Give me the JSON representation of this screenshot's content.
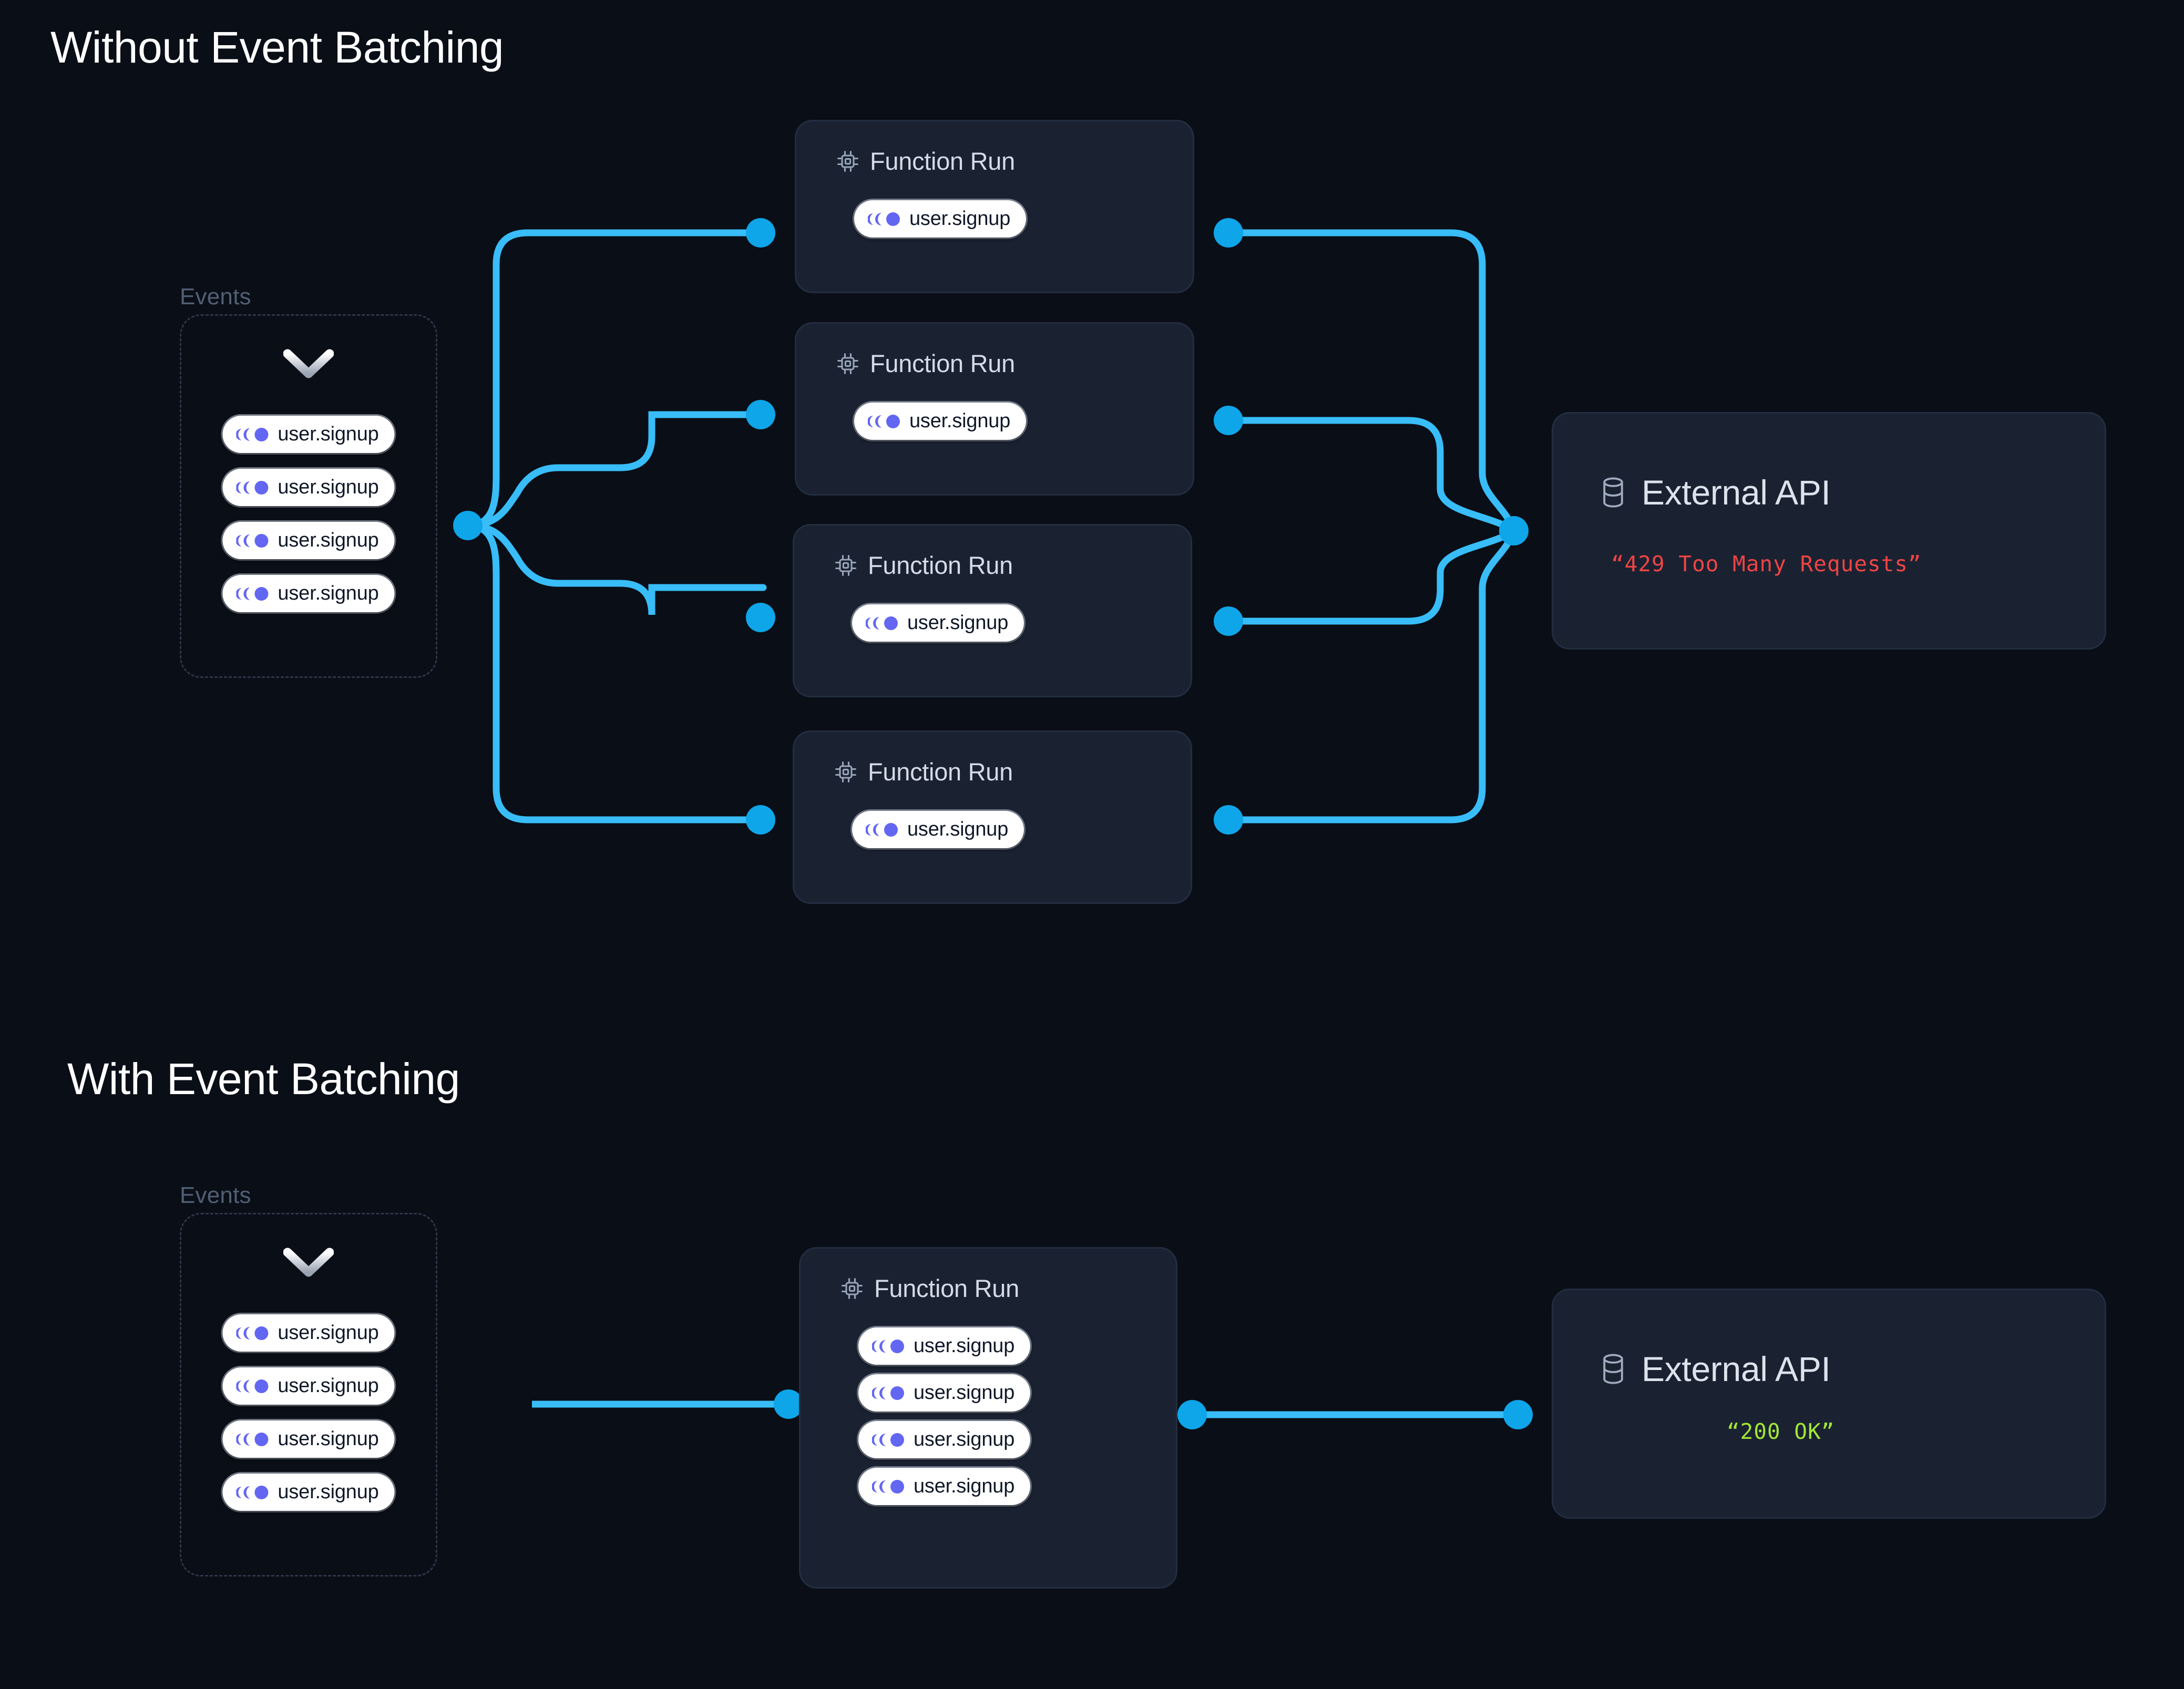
{
  "page": {
    "background": "#0a0e17",
    "accent_line": "#38bdf8",
    "accent_node": "#0ea5e9",
    "card_bg": "#1a2232",
    "event_icon_color": "#6366f1"
  },
  "sections": [
    {
      "id": "without",
      "title": "Without Event Batching",
      "events": {
        "label": "Events",
        "chevron_icon": "chevron-down-icon",
        "pills": [
          {
            "icon": "event-icon",
            "label": "user.signup"
          },
          {
            "icon": "event-icon",
            "label": "user.signup"
          },
          {
            "icon": "event-icon",
            "label": "user.signup"
          },
          {
            "icon": "event-icon",
            "label": "user.signup"
          }
        ]
      },
      "function_runs": [
        {
          "icon": "cpu-chip-icon",
          "title": "Function Run",
          "pills": [
            {
              "icon": "event-icon",
              "label": "user.signup"
            }
          ]
        },
        {
          "icon": "cpu-chip-icon",
          "title": "Function Run",
          "pills": [
            {
              "icon": "event-icon",
              "label": "user.signup"
            }
          ]
        },
        {
          "icon": "cpu-chip-icon",
          "title": "Function Run",
          "pills": [
            {
              "icon": "event-icon",
              "label": "user.signup"
            }
          ]
        },
        {
          "icon": "cpu-chip-icon",
          "title": "Function Run",
          "pills": [
            {
              "icon": "event-icon",
              "label": "user.signup"
            }
          ]
        }
      ],
      "api": {
        "icon": "database-icon",
        "title": "External API",
        "status_text": "“429 Too Many Requests”",
        "status_color": "#ef4444"
      }
    },
    {
      "id": "with",
      "title": "With Event Batching",
      "events": {
        "label": "Events",
        "chevron_icon": "chevron-down-icon",
        "pills": [
          {
            "icon": "event-icon",
            "label": "user.signup"
          },
          {
            "icon": "event-icon",
            "label": "user.signup"
          },
          {
            "icon": "event-icon",
            "label": "user.signup"
          },
          {
            "icon": "event-icon",
            "label": "user.signup"
          }
        ]
      },
      "function_runs": [
        {
          "icon": "cpu-chip-icon",
          "title": "Function Run",
          "pills": [
            {
              "icon": "event-icon",
              "label": "user.signup"
            },
            {
              "icon": "event-icon",
              "label": "user.signup"
            },
            {
              "icon": "event-icon",
              "label": "user.signup"
            },
            {
              "icon": "event-icon",
              "label": "user.signup"
            }
          ]
        }
      ],
      "api": {
        "icon": "database-icon",
        "title": "External API",
        "status_text": "“200 OK”",
        "status_color": "#a3e635"
      }
    }
  ]
}
